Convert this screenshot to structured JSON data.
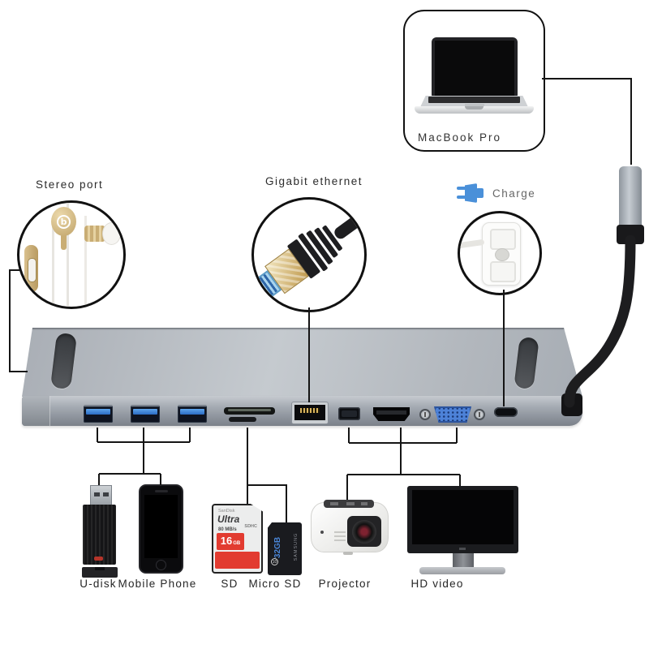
{
  "page": {
    "type": "usb-c hub product connectivity diagram",
    "background": "#ffffff"
  },
  "annotations": {
    "macbook": {
      "label": "MacBook Pro"
    },
    "stereo_port": {
      "label": "Stereo port"
    },
    "gigabit_ethernet": {
      "label": "Gigabit ethernet"
    },
    "charge": {
      "label": "Charge"
    }
  },
  "devices": {
    "udisk": {
      "label": "U-disk"
    },
    "mobile_phone": {
      "label": "Mobile Phone"
    },
    "sd": {
      "label": "SD"
    },
    "micro_sd": {
      "label": "Micro SD"
    },
    "projector": {
      "label": "Projector"
    },
    "hd_video": {
      "label": "HD video"
    }
  },
  "sd_card": {
    "brand": "SanDisk",
    "model": "Ultra",
    "speed": "80 MB/s",
    "capacity": "16",
    "capacity_unit": "GB",
    "type": "SDHC"
  },
  "micro_sd_card": {
    "brand": "SAMSUNG",
    "capacity": "32GB",
    "class_mark": "10"
  },
  "earbuds": {
    "logo": "b"
  },
  "hub": {
    "ports": [
      "usb-a-3.0-x3",
      "sd-card-slot",
      "micro-sd-slot",
      "gigabit-ethernet-rj45",
      "mini-displayport",
      "hdmi",
      "vga",
      "usb-c-power"
    ]
  },
  "colors": {
    "charge_icon_blue": "#4a90d9",
    "usb_port_blue": "#2e7fd6",
    "vga_blue": "#4d82d8",
    "sd_card_red": "#e23b30",
    "micro_sd_capacity_blue": "#4a86d8",
    "earbud_gold": "#c9ad74",
    "hub_gray": "#aeb4ba",
    "line_color": "#151515"
  }
}
